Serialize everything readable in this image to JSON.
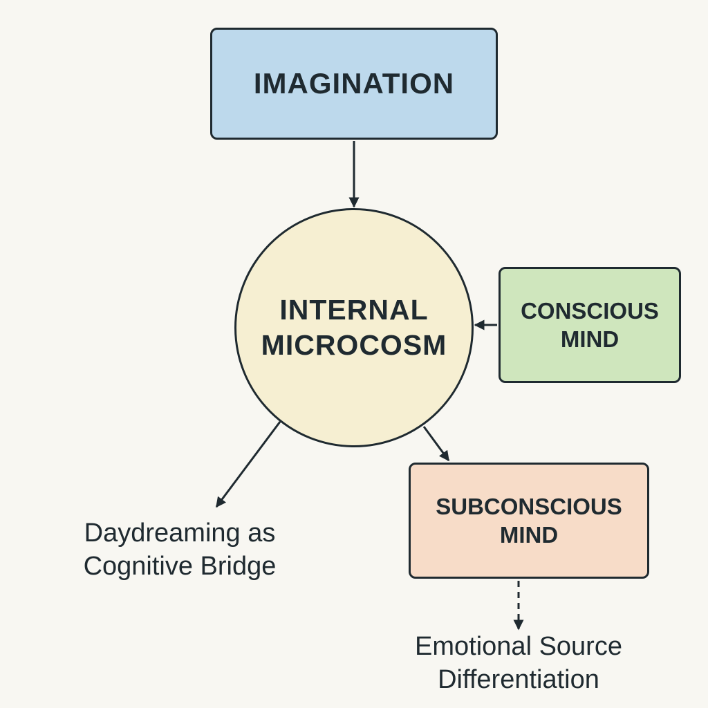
{
  "nodes": {
    "imagination": "IMAGINATION",
    "internal_microcosm": "INTERNAL\nMICROCOSM",
    "conscious_mind": "CONSCIOUS\nMIND",
    "subconscious_mind": "SUBCONSCIOUS\nMIND"
  },
  "labels": {
    "daydreaming": "Daydreaming as\nCognitive Bridge",
    "emotional_source": "Emotional Source\nDifferentiation"
  },
  "colors": {
    "background": "#f8f7f2",
    "imagination_fill": "#bdd9ec",
    "internal_microcosm_fill": "#f6efd2",
    "conscious_fill": "#cfe6bd",
    "subconscious_fill": "#f7dcc8",
    "stroke": "#1f2a30"
  },
  "edges": [
    {
      "from": "imagination",
      "to": "internal_microcosm",
      "style": "solid"
    },
    {
      "from": "conscious_mind",
      "to": "internal_microcosm",
      "style": "solid"
    },
    {
      "from": "internal_microcosm",
      "to": "daydreaming",
      "style": "solid"
    },
    {
      "from": "internal_microcosm",
      "to": "subconscious_mind",
      "style": "solid"
    },
    {
      "from": "subconscious_mind",
      "to": "emotional_source",
      "style": "dashed"
    }
  ]
}
